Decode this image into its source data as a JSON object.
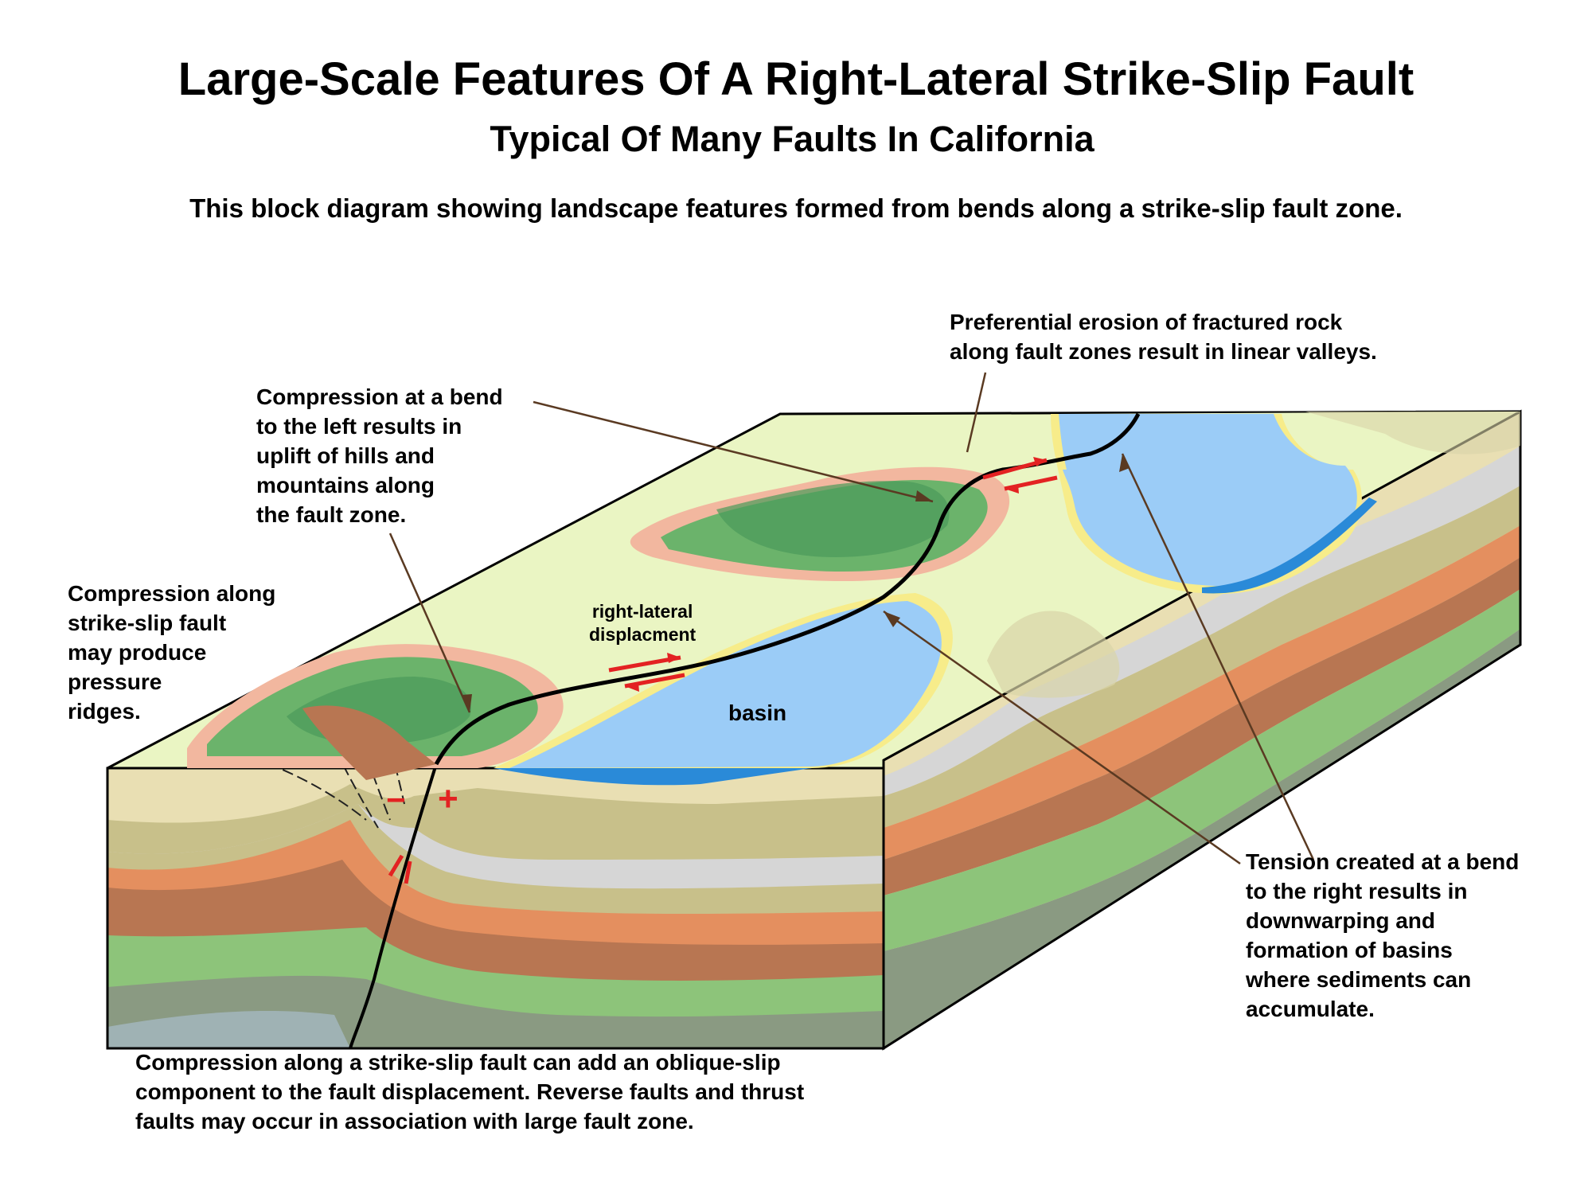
{
  "title": "Large-Scale Features Of A Right-Lateral Strike-Slip Fault",
  "subtitle": "Typical Of Many Faults In California",
  "intro": "This block diagram showing landscape features formed from bends along a strike-slip fault zone.",
  "notes": {
    "erosion": [
      "Preferential erosion of fractured rock",
      "along fault zones result in linear valleys."
    ],
    "compression_bend": [
      "Compression at a bend",
      "to the left results in",
      "uplift of hills and",
      "mountains along",
      "the fault zone."
    ],
    "pressure_ridges": [
      "Compression along",
      "strike-slip fault",
      "may produce",
      "pressure",
      "ridges."
    ],
    "tension": [
      "Tension created at a bend",
      "to the right results in",
      "downwarping and",
      "formation of basins",
      "where sediments can",
      "accumulate."
    ],
    "oblique": [
      "Compression along a strike-slip fault can add an oblique-slip",
      "component to the fault displacement. Reverse faults and thrust",
      "faults may occur in association with large fault zone."
    ]
  },
  "labels": {
    "displacement": [
      "right-lateral",
      "displacment"
    ],
    "basin": "basin",
    "minus": "−",
    "plus": "+"
  },
  "colors": {
    "surface": "#eaf5c3",
    "hills": "#6bb36b",
    "hills_edge": "#f2b79f",
    "basin_water": "#9bccf7",
    "basin_shore": "#f7ec8a",
    "cream": "#e9dfb3",
    "tan": "#c8c08a",
    "orange": "#e48f5f",
    "brown": "#b87652",
    "green": "#8dc47a",
    "gray_green": "#8a9a82",
    "gray_blue": "#9fb2b4",
    "light_gray": "#d6d6d6",
    "arrow": "#e32222"
  }
}
